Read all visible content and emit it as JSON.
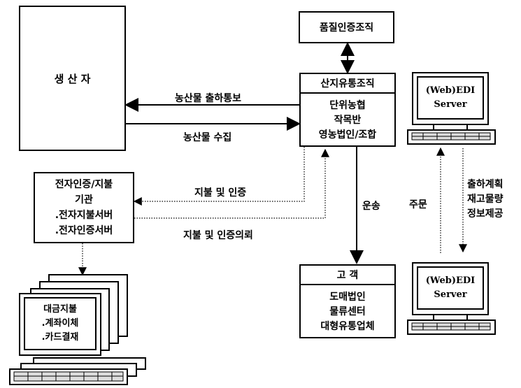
{
  "nodes": {
    "producer": "생 산 자",
    "quality": "품질인증조직",
    "origin": {
      "title": "산지유통조직",
      "lines": [
        "단위농협",
        "작목반",
        "영농법인/조합"
      ]
    },
    "payment": {
      "lines": [
        "전자인증/지불",
        "기관",
        ".전자지불서버",
        ".전자인증서버"
      ]
    },
    "customer": {
      "title": "고 객",
      "lines": [
        "도매법인",
        "물류센터",
        "대형유통업체"
      ]
    },
    "terminal": {
      "lines": [
        "대금지불",
        ".계좌이체",
        ".카드결재"
      ]
    },
    "edi_top": {
      "line1": "(Web)EDI",
      "line2": "Server"
    },
    "edi_bottom": {
      "line1": "(Web)EDI",
      "line2": "Server"
    }
  },
  "edges": {
    "shipment_notice": "농산물 출하통보",
    "collection": "농산물 수집",
    "pay_auth": "지불 및 인증",
    "pay_auth_request": "지불 및 인증의뢰",
    "transport": "운송",
    "order": "주문",
    "plan_lines": [
      "출하계획",
      "재고물량",
      "정보제공"
    ]
  }
}
